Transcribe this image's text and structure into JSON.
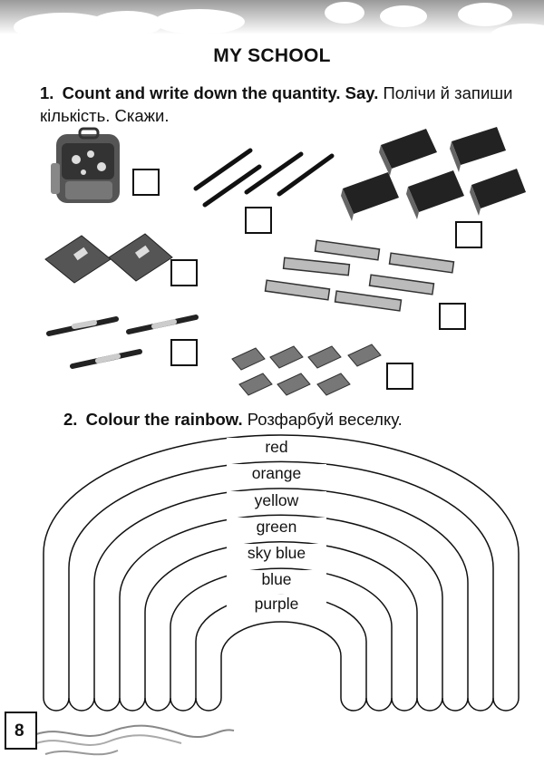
{
  "header": {
    "title": "MY SCHOOL"
  },
  "task1": {
    "number": "1.",
    "instruction_en": "Count and write down the quantity. Say.",
    "instruction_uk": "Полічи й запиши кількість. Скажи."
  },
  "items": [
    {
      "icon": "schoolbag-icon"
    },
    {
      "icon": "pencils-icon"
    },
    {
      "icon": "books-icon"
    },
    {
      "icon": "copybooks-icon"
    },
    {
      "icon": "rulers-icon"
    },
    {
      "icon": "pens-icon"
    },
    {
      "icon": "erasers-icon"
    }
  ],
  "task2": {
    "number": "2.",
    "instruction_en": "Colour the rainbow.",
    "instruction_uk": "Розфарбуй веселку."
  },
  "rainbow": {
    "bands": [
      "red",
      "orange",
      "yellow",
      "green",
      "sky blue",
      "blue",
      "purple"
    ]
  },
  "footer": {
    "page_number": "8"
  }
}
